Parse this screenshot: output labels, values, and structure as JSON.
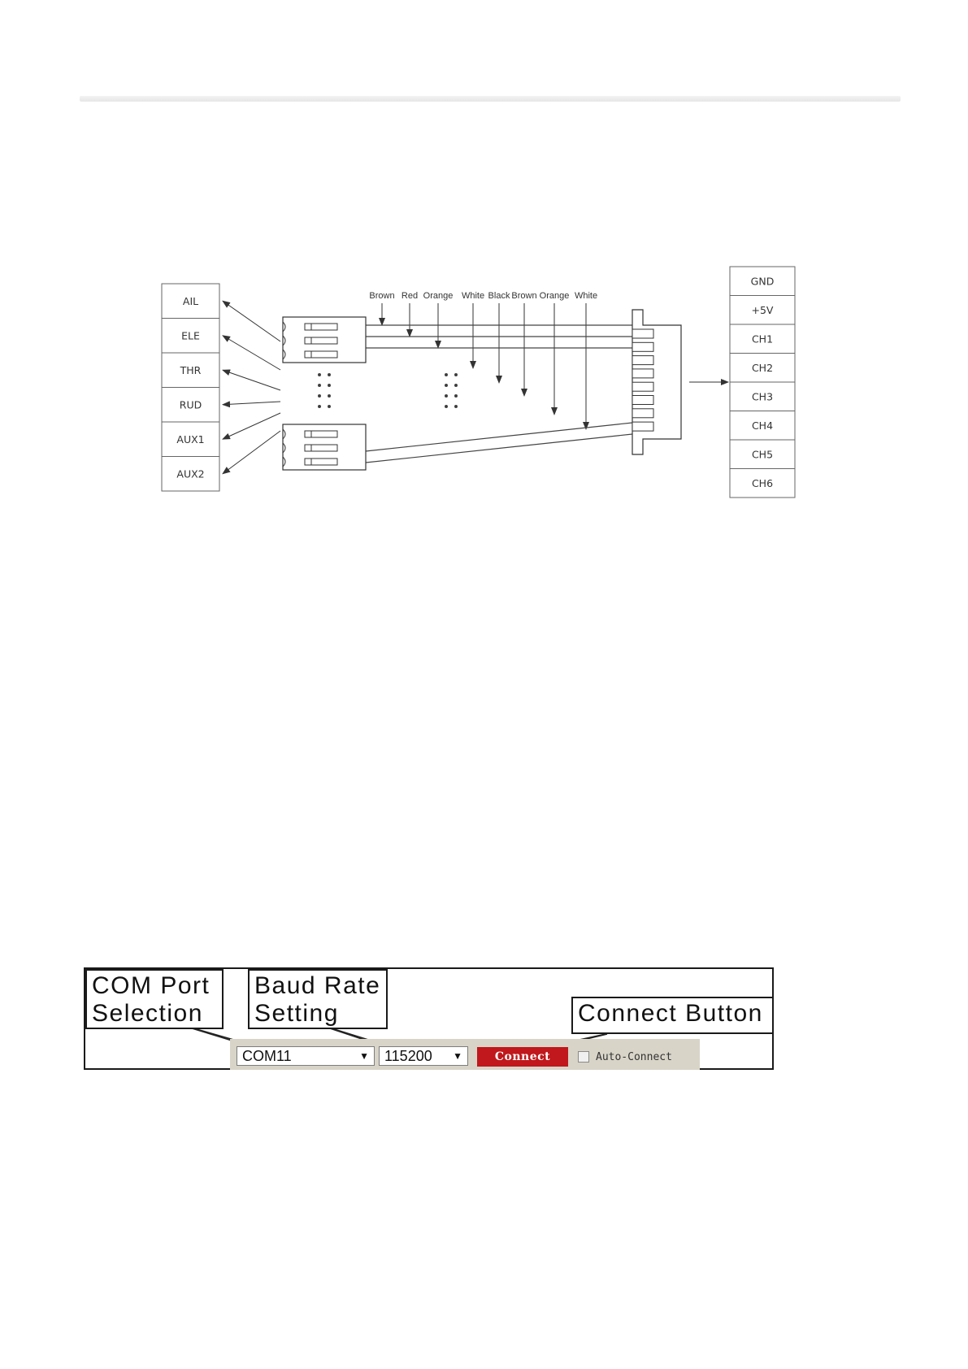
{
  "diagram": {
    "left_ports": [
      "AIL",
      "ELE",
      "THR",
      "RUD",
      "AUX1",
      "AUX2"
    ],
    "right_ports": [
      "GND",
      "+5V",
      "CH1",
      "CH2",
      "CH3",
      "CH4",
      "CH5",
      "CH6"
    ],
    "wire_colors": [
      "Brown",
      "Red",
      "Orange",
      "White",
      "Black",
      "Brown",
      "Orange",
      "White"
    ]
  },
  "ui": {
    "callouts": {
      "com_port": "COM Port\nSelection",
      "baud_rate": "Baud Rate\nSetting",
      "connect": "Connect Button"
    },
    "com_port_value": "COM11",
    "baud_rate_value": "115200",
    "connect_label": "Connect",
    "auto_connect_label": "Auto-Connect",
    "dropdown_icon": "triangle-down-icon"
  }
}
